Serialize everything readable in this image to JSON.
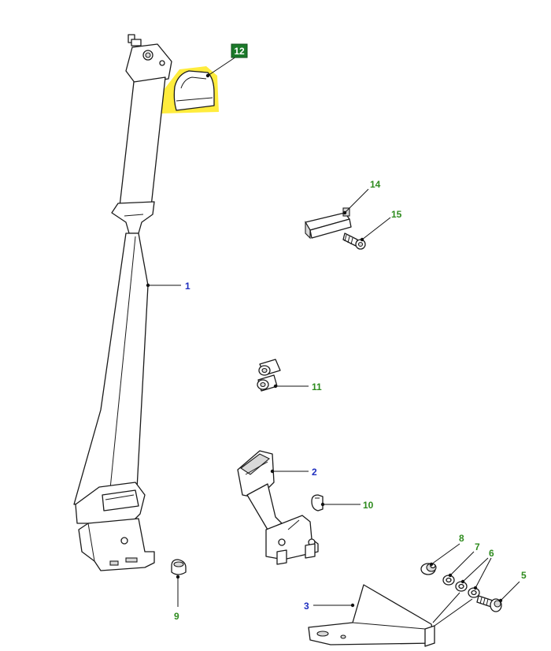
{
  "colors": {
    "label_blue": "#1f2fbf",
    "label_green": "#2e8b1e",
    "highlight": "#ffec3d",
    "badge": "#1b7a2a"
  },
  "callouts": [
    {
      "id": "1",
      "text": "1",
      "color": "blue"
    },
    {
      "id": "2",
      "text": "2",
      "color": "blue"
    },
    {
      "id": "3",
      "text": "3",
      "color": "blue"
    },
    {
      "id": "5",
      "text": "5",
      "color": "green"
    },
    {
      "id": "6",
      "text": "6",
      "color": "green"
    },
    {
      "id": "7",
      "text": "7",
      "color": "green"
    },
    {
      "id": "8",
      "text": "8",
      "color": "green"
    },
    {
      "id": "9",
      "text": "9",
      "color": "green"
    },
    {
      "id": "10",
      "text": "10",
      "color": "green"
    },
    {
      "id": "11",
      "text": "11",
      "color": "green"
    },
    {
      "id": "12",
      "text": "12",
      "color": "badge",
      "highlighted": true
    },
    {
      "id": "14",
      "text": "14",
      "color": "green"
    },
    {
      "id": "15",
      "text": "15",
      "color": "green"
    }
  ]
}
